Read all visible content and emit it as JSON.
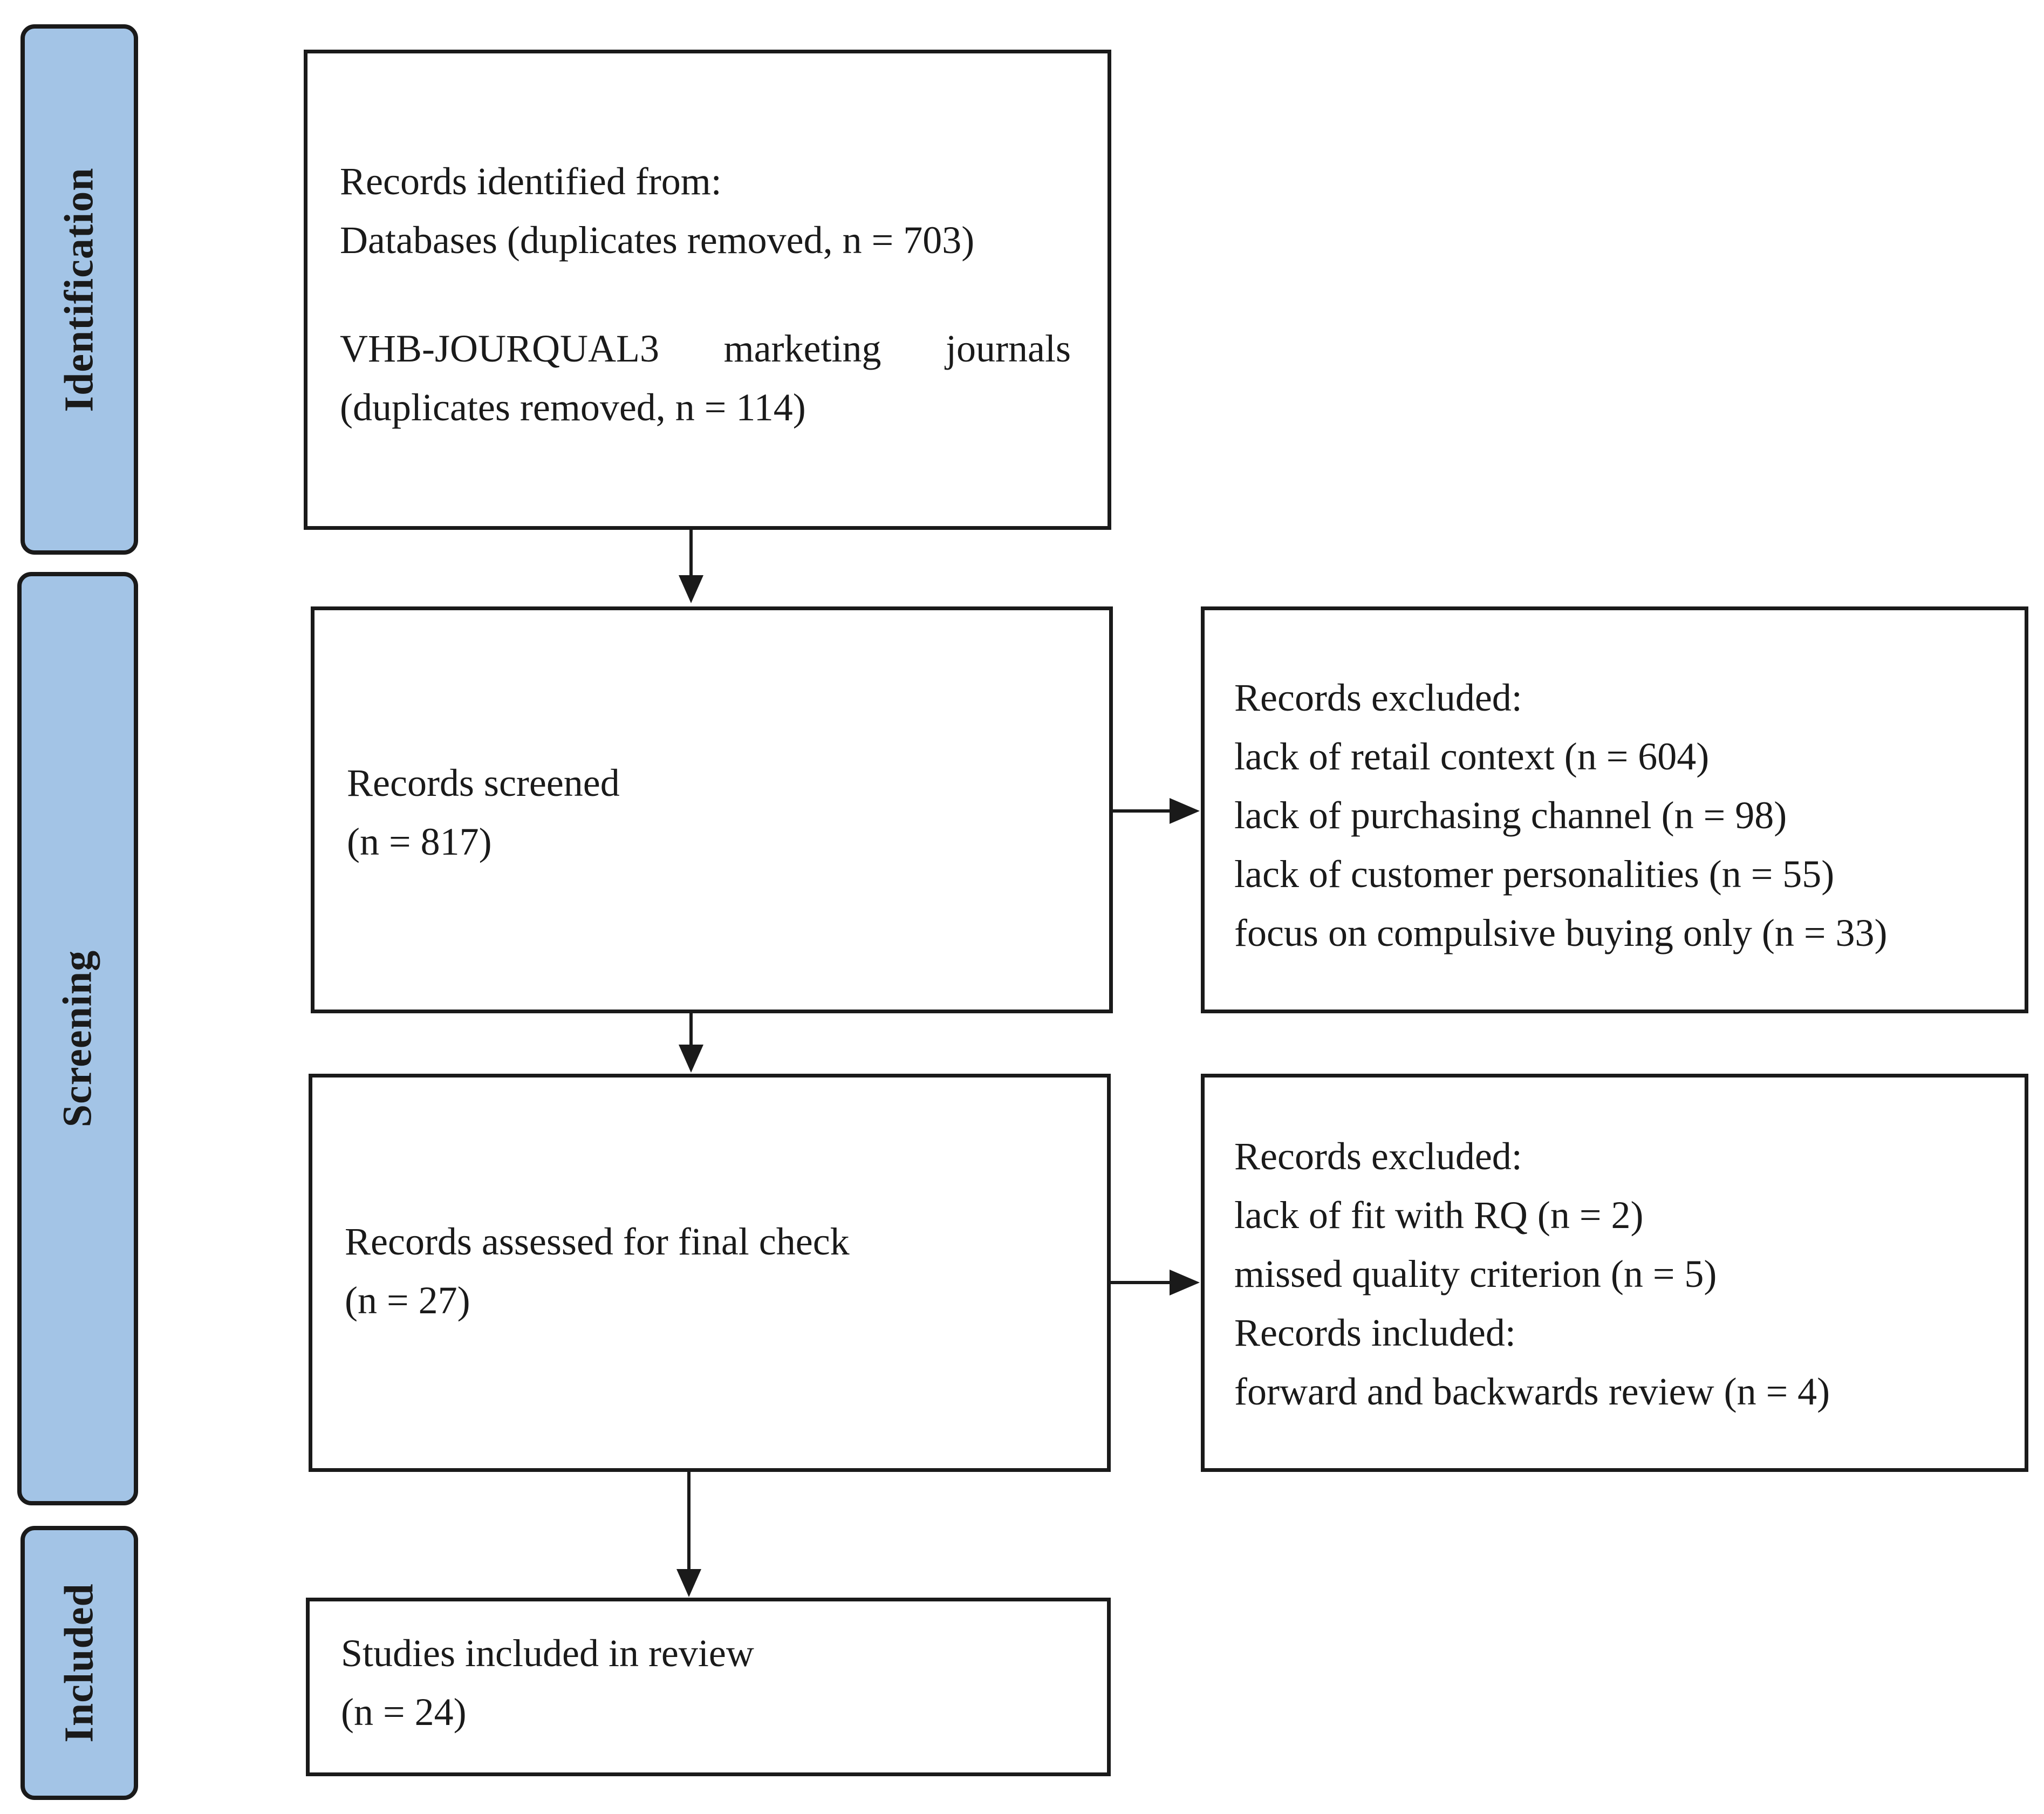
{
  "phases": {
    "identification": "Identification",
    "screening": "Screening",
    "included": "Included"
  },
  "identification_box": {
    "heading": "Records identified from:",
    "databases": "Databases (duplicates removed, n = 703)",
    "vhb_words": [
      "VHB-JOURQUAL3",
      "marketing",
      "journals"
    ],
    "vhb_count": "(duplicates removed, n = 114)"
  },
  "screened_box": {
    "title": "Records screened",
    "count": "(n = 817)"
  },
  "excluded_box_1": {
    "heading": "Records excluded:",
    "items": [
      "lack of retail context (n = 604)",
      "lack of purchasing channel (n = 98)",
      "lack of customer personalities (n = 55)",
      "focus on compulsive buying only (n = 33)"
    ]
  },
  "assessed_box": {
    "title": "Records assessed for final check",
    "count": "(n = 27)"
  },
  "excluded_box_2": {
    "heading": "Records excluded:",
    "items": [
      "lack of fit with RQ (n = 2)",
      "missed quality criterion (n = 5)"
    ],
    "included_heading": "Records included:",
    "included_items": [
      "forward and backwards review (n = 4)"
    ]
  },
  "final_box": {
    "title": "Studies included in review",
    "count": "(n = 24)"
  },
  "colors": {
    "phase_fill": "#a3c4e6",
    "stroke": "#1a1a1a"
  }
}
